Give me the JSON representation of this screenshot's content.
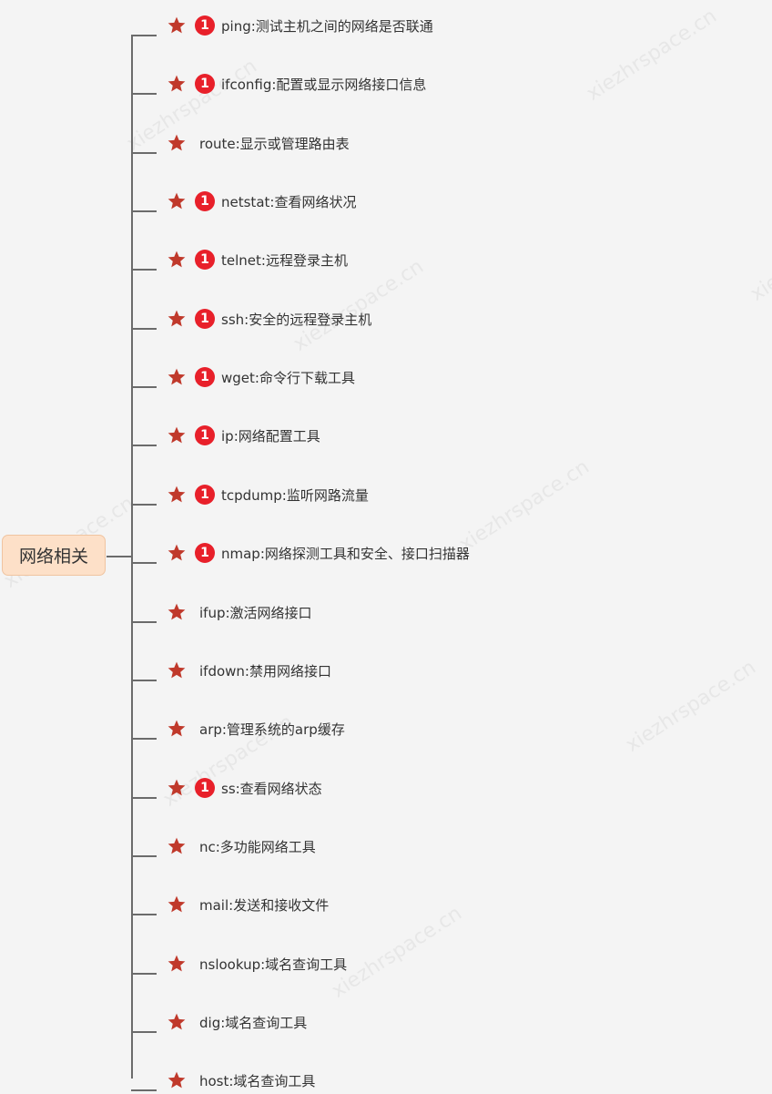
{
  "root": {
    "label": "网络相关"
  },
  "priority_badge": "1",
  "items": [
    {
      "label": "ping:测试主机之间的网络是否联通",
      "priority": true
    },
    {
      "label": "ifconfig:配置或显示网络接口信息",
      "priority": true
    },
    {
      "label": "route:显示或管理路由表",
      "priority": false
    },
    {
      "label": "netstat:查看网络状况",
      "priority": true
    },
    {
      "label": "telnet:远程登录主机",
      "priority": true
    },
    {
      "label": "ssh:安全的远程登录主机",
      "priority": true
    },
    {
      "label": "wget:命令行下载工具",
      "priority": true
    },
    {
      "label": "ip:网络配置工具",
      "priority": true
    },
    {
      "label": "tcpdump:监听网路流量",
      "priority": true
    },
    {
      "label": "nmap:网络探测工具和安全、接口扫描器",
      "priority": true
    },
    {
      "label": "ifup:激活网络接口",
      "priority": false
    },
    {
      "label": "ifdown:禁用网络接口",
      "priority": false
    },
    {
      "label": "arp:管理系统的arp缓存",
      "priority": false
    },
    {
      "label": "ss:查看网络状态",
      "priority": true
    },
    {
      "label": "nc:多功能网络工具",
      "priority": false
    },
    {
      "label": "mail:发送和接收文件",
      "priority": false
    },
    {
      "label": "nslookup:域名查询工具",
      "priority": false
    },
    {
      "label": "dig:域名查询工具",
      "priority": false
    },
    {
      "label": "host:域名查询工具",
      "priority": false
    }
  ],
  "watermark": "xiezhrspace.cn",
  "colors": {
    "star": "#c0392b",
    "priority": "#e8202a",
    "root_fill": "#fde0c8",
    "line": "#6b6b6b",
    "text": "#333333"
  }
}
